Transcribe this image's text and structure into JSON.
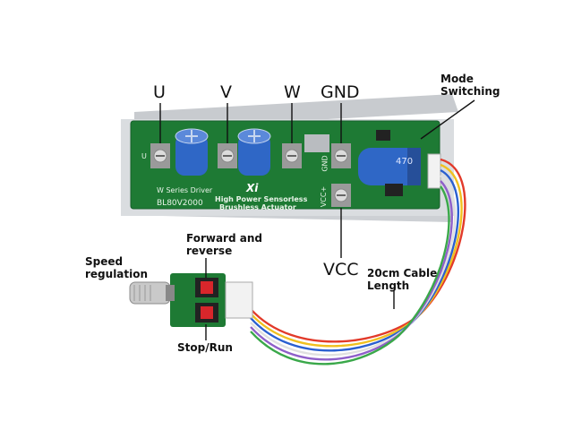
{
  "labels": {
    "u": "U",
    "v": "V",
    "w": "W",
    "gnd": "GND",
    "vcc": "VCC",
    "mode_line1": "Mode",
    "mode_line2": "Switching",
    "speed_line1": "Speed",
    "speed_line2": "regulation",
    "forward_line1": "Forward and",
    "forward_line2": "reverse",
    "stop_run": "Stop/Run",
    "cable_line1": "20cm Cable",
    "cable_line2": "Length"
  },
  "board": {
    "series": "W Series Driver",
    "model": "BL80V2000",
    "brand": "Xi",
    "desc_line1": "High Power Sensorless",
    "desc_line2": "Brushless Actuator",
    "cap_label": "470",
    "pin_u": "U",
    "pin_gnd": "GND",
    "pin_vcc": "VCC+"
  },
  "colors": {
    "pcb": "#1e7a34",
    "heatsink": "#d7d9dc",
    "capacitor": "#2f67c6",
    "switch_red": "#d8262b",
    "knob": "#c9c9c9"
  },
  "wires": [
    "#e23a2a",
    "#f0c020",
    "#2a5fd0",
    "#e0e0e0",
    "#8f5fc9",
    "#3aa84a"
  ]
}
